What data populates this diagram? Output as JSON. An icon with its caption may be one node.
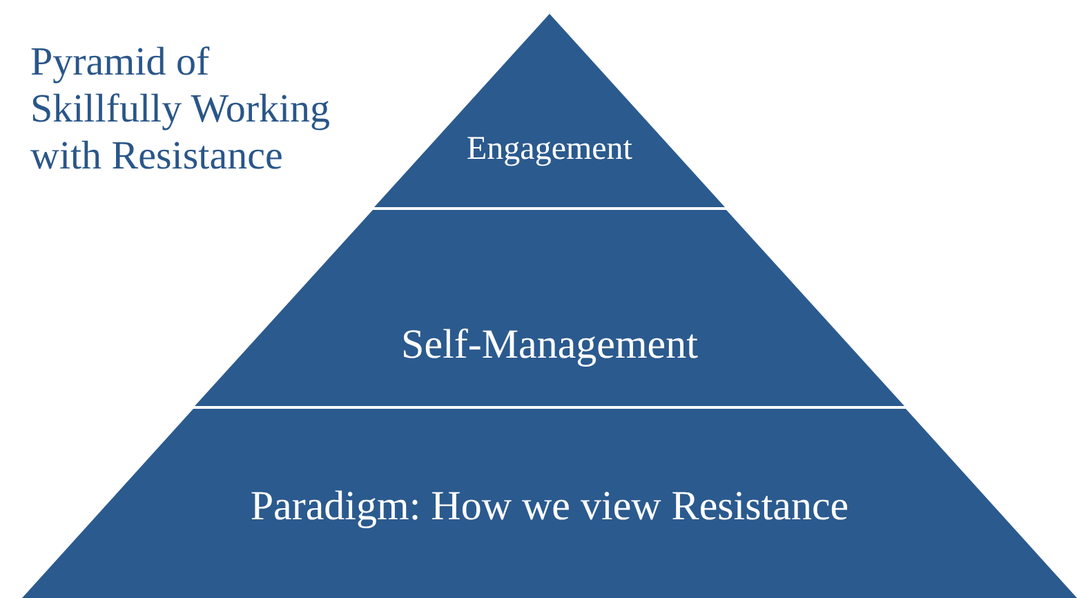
{
  "diagram": {
    "title": "Pyramid of Skillfully Working with Resistance",
    "nodes": [
      {
        "text": [
          "Engagement"
        ]
      },
      {
        "text": [
          "Self-Management"
        ]
      },
      {
        "text": [
          "Paradigm: How we view Resistance"
        ]
      }
    ],
    "edges": []
  }
}
